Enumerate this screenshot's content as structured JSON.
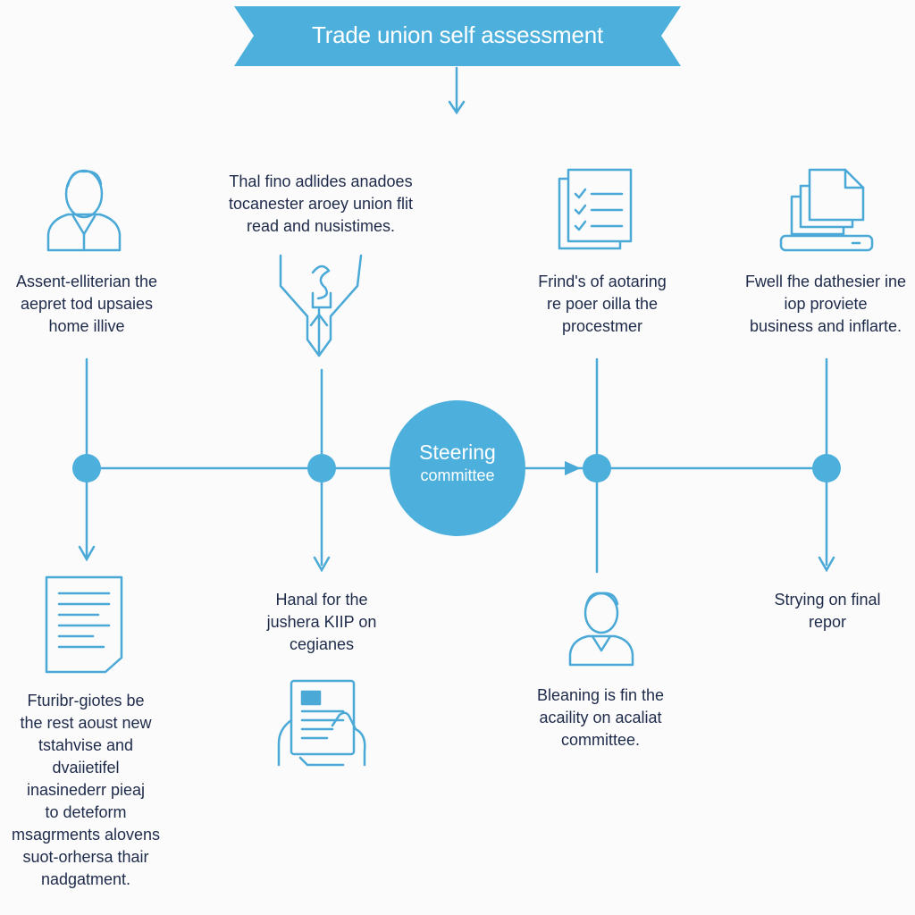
{
  "banner": {
    "title": "Trade union self assessment"
  },
  "hub": {
    "title": "Steering",
    "subtitle": "committee"
  },
  "top_labels": [
    {
      "text": "Assent-elliterian the\naepret tod upsaies\nhome illive"
    },
    {
      "text": "Thal fino adlides anadoes\ntocanester aroey union flit\nread and nusistimes."
    },
    {
      "text": "Frind's of aotaring\nre poer oilla the\nprocestmer"
    },
    {
      "text": "Fwell fhe dathesier ine\niop proviete\nbusiness and inflarte."
    }
  ],
  "bottom_labels": [
    {
      "text": "Fturibr-giotes be\nthe rest aoust new\ntstahvise and\ndvaiietifel\ninasinederr pieaj\nto deteform\nmsagrments alovens\nsuot-orhersa thair\nnadgatment."
    },
    {
      "text": "Hanal for the\njushera KIIP on\ncegianes"
    },
    {
      "text": "Bleaning is fin the\nacaility on acaliat\ncommittee."
    },
    {
      "text": "Strying on final\nrepor"
    }
  ],
  "colors": {
    "accent": "#4db0dc",
    "line": "#4aa9d6",
    "text": "#1e2a4a",
    "background": "#fbfbfb"
  },
  "icons": [
    "person-icon",
    "pen-nib-icon",
    "checklist-document-icon",
    "printer-icon",
    "document-icon",
    "tablet-hand-icon",
    "person-icon"
  ]
}
